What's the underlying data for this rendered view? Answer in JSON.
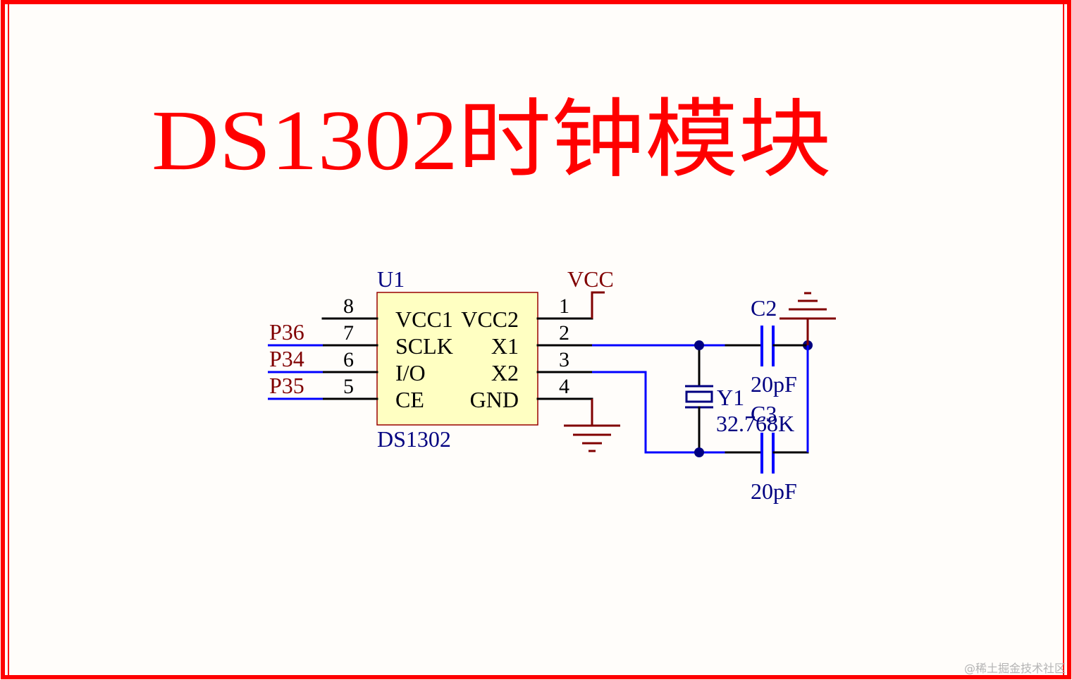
{
  "title": "DS1302时钟模块",
  "watermark": "@稀土掘金技术社区",
  "colors": {
    "frame": "#ff0000",
    "title": "#ff0000",
    "wire": "#0000ff",
    "pin": "#000000",
    "designator": "#000080",
    "net_label": "#800000",
    "chip_fill": "#ffffc2"
  },
  "chip": {
    "designator": "U1",
    "part": "DS1302",
    "left_pins": [
      {
        "num": "8",
        "label": "VCC1"
      },
      {
        "num": "7",
        "label": "SCLK"
      },
      {
        "num": "6",
        "label": "I/O"
      },
      {
        "num": "5",
        "label": "CE"
      }
    ],
    "right_pins": [
      {
        "num": "1",
        "label": "VCC2"
      },
      {
        "num": "2",
        "label": "X1"
      },
      {
        "num": "3",
        "label": "X2"
      },
      {
        "num": "4",
        "label": "GND"
      }
    ]
  },
  "net_labels": [
    "P36",
    "P34",
    "P35"
  ],
  "power_label": "VCC",
  "crystal": {
    "designator": "Y1",
    "value": "32.768K"
  },
  "caps": [
    {
      "designator": "C2",
      "value": "20pF"
    },
    {
      "designator": "C3",
      "value": "20pF"
    }
  ]
}
